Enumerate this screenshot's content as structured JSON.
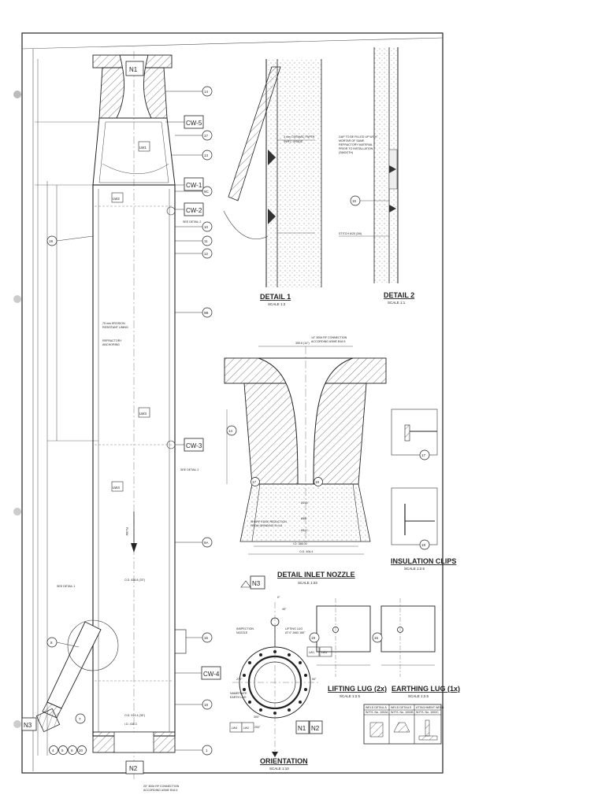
{
  "nozzle_tags": {
    "n1": "N1",
    "n2": "N2",
    "n3": "N3",
    "n3_orient": "N3",
    "n1_orient": "N1",
    "n2_orient": "N2"
  },
  "cw_tags": {
    "cw5": "CW-5",
    "cw1": "CW-1",
    "cw2": "CW-2",
    "cw3": "CW-3",
    "cw4": "CW-4"
  },
  "lw_tags": {
    "lw1": "LW1",
    "lw2": "LW2",
    "lw3": "LW3",
    "lw4": "LW4",
    "lw1_o": "LW1",
    "lw3_o": "LW3",
    "lw4_o": "LW4",
    "lw2_o": "LW2"
  },
  "balloons": {
    "b14": "14",
    "b17": "17",
    "b13": "13",
    "b9c": "9C",
    "b10": "10",
    "b11": "11",
    "b12": "12",
    "b9b": "9B",
    "b9a": "9A",
    "b16": "16",
    "b18": "18",
    "b1": "1",
    "b19": "19",
    "b8": "8",
    "b7": "7",
    "b4": "4",
    "b5": "5",
    "b6": "6",
    "b20": "20",
    "b15": "15",
    "d14": "14",
    "d17": "17",
    "d18": "18",
    "l19": "19",
    "l16": "16"
  },
  "titles": {
    "detail1": "DETAIL 1",
    "detail1_scale": "SCALE 1:2",
    "detail2": "DETAIL 2",
    "detail2_scale": "SCALE 1:1",
    "inlet": "DETAIL INLET NOZZLE",
    "inlet_scale": "SCALE 1:23",
    "clips": "INSULATION CLIPS",
    "clips_scale": "SCALE 1:2.5",
    "lifting": "LIFTING LUG (2x)",
    "lifting_scale": "SCALE 1:2.5",
    "earthing": "EARTHING LUG (1x)",
    "earthing_scale": "SCALE 1:2.5",
    "orientation": "ORIENTATION",
    "orientation_scale": "SCALE 1:10"
  },
  "notes": {
    "ceramic": "3 mm CERAMIC PAPER",
    "ceramic2": "SWFC GRADE",
    "gap1": "GAP TO BE FILLED UP WITH",
    "gap2": "MORTAR OF SAME",
    "gap3": "REFRACTORY MATERIAL",
    "gap4": "PRIOR TO INSTALLATION",
    "gap5": "(SMOOTH)",
    "stitch": "STITCH 6/25 (3/6)",
    "erosion1": "75 mm EROSION",
    "erosion2": "RESISTANT LINING",
    "refr1": "REFRACTORY",
    "refr2": "ANCHORING",
    "see1": "SEE DETAIL 1",
    "see2": "SEE DETAIL 2",
    "see3": "SEE DETAIL 2",
    "flow": "FLOW",
    "bottom1": "20\" 300# RF CONNECTION",
    "bottom2": "ACCORDING ASME B16.5",
    "inlet_conn1": "14\" 300# RF CONNECTION",
    "inlet_conn2": "ACCORDING ASME B16.5",
    "sharp1": "SHARP EDGE REDUCTION",
    "sharp2": "FROM GRINDING R=0.5",
    "inspection1": "INSPECTION",
    "inspection2": "NOZZLE",
    "lift1": "LIFTING LUG",
    "lift2": "AT 0° AND 180°",
    "name1": "NAMEPLATE",
    "name2": "EARTH LUG",
    "od_in": "O.D. 838.8 (33\")",
    "od_out": "O.D. 914.4 (36\")",
    "id_out": "I.D. 438.3",
    "dim_inlet": "355.6 (14\")",
    "dim_od": "O.D. 406.4",
    "dim_id": "I.D. 388.04",
    "dim_c": "Ø230",
    "dim_d": "Ø89",
    "dim_e": "Ø112",
    "a0": "0°",
    "a90": "90°",
    "a270": "270°",
    "a200": "200°",
    "a300": "300°",
    "a45": "45°"
  },
  "weld_table": {
    "h1": "WELD DETAIL A",
    "h2": "WELD DETAILS",
    "h3": "ATTACHMENT WELD",
    "r1": "W.P.S. No. 1002A",
    "r2": "W.P.S. No. 1002B",
    "r3": "W.P.S. No. 1002C"
  }
}
